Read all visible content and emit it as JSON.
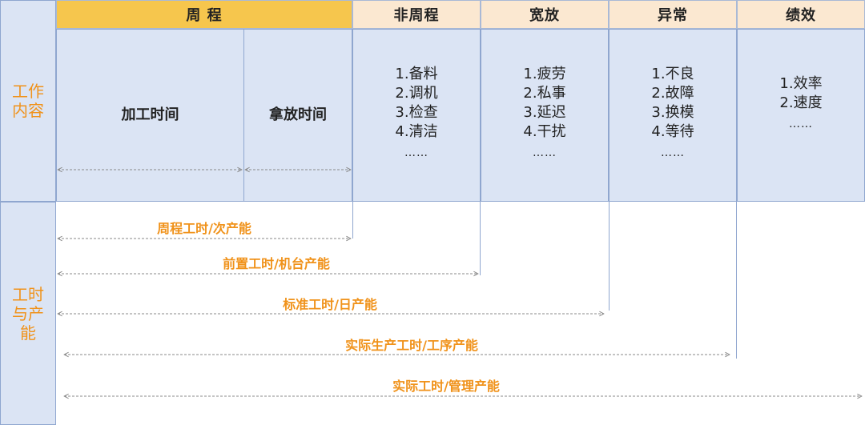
{
  "header": {
    "cycle": "周 程",
    "non_cycle": "非周程",
    "allowance": "宽放",
    "abnormal": "异常",
    "performance": "绩效"
  },
  "row_labels": {
    "work_content": [
      "工作",
      "内容"
    ],
    "time_capacity": [
      "工时",
      "与产",
      "能"
    ]
  },
  "cycle_parts": {
    "processing": "加工时间",
    "handling": "拿放时间"
  },
  "lists": {
    "non_cycle": [
      "1.备料",
      "2.调机",
      "3.检查",
      "4.清洁"
    ],
    "allowance": [
      "1.疲劳",
      "2.私事",
      "3.延迟",
      "4.干扰"
    ],
    "abnormal": [
      "1.不良",
      "2.故障",
      "3.换模",
      "4.等待"
    ],
    "performance": [
      "1.效率",
      "2.速度"
    ],
    "more": "……"
  },
  "spans": [
    "周程工时/次产能",
    "前置工时/机台产能",
    "标准工时/日产能",
    "实际生产工时/工序产能",
    "实际工时/管理产能"
  ],
  "colors": {
    "accent_orange": "#f0921a",
    "header_yellow": "#f6c64d",
    "header_peach": "#fbe8d1",
    "cell_blue": "#dbe4f4",
    "border_blue": "#8fa6cf",
    "arrow_gray": "#8a8a8a"
  }
}
